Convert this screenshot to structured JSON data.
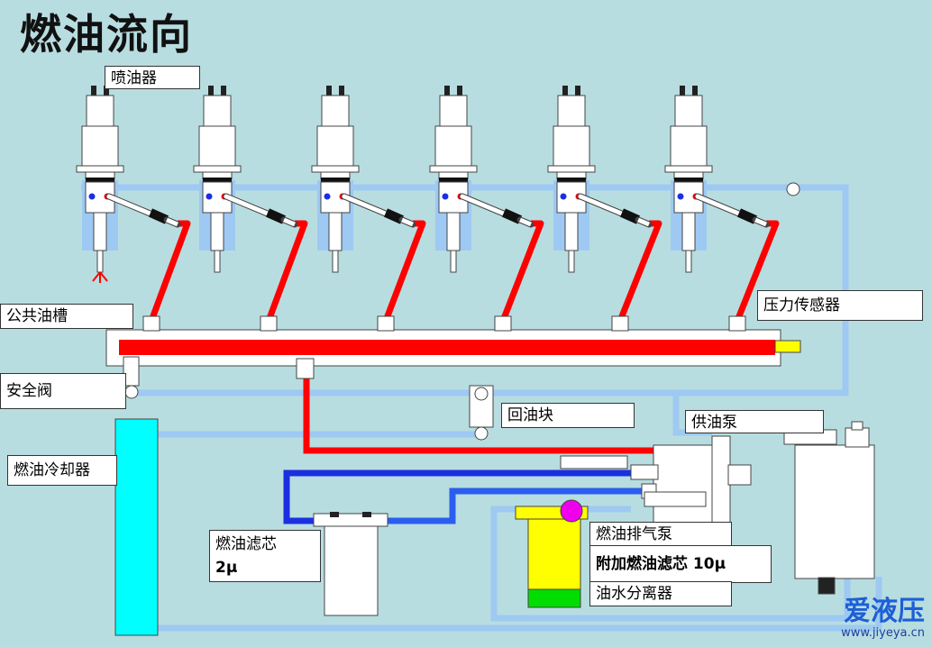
{
  "title": "燃油流向",
  "labels": {
    "injector": "喷油器",
    "common_rail": "公共油槽",
    "pressure_sensor": "压力传感器",
    "safety_valve": "安全阀",
    "return_block": "回油块",
    "supply_pump": "供油泵",
    "fuel_cooler": "燃油冷却器",
    "fuel_filter_line1": "燃油滤芯",
    "fuel_filter_line2": "2μ",
    "priming_pump": "燃油排气泵",
    "extra_filter": "附加燃油滤芯 10μ",
    "water_separator": "油水分离器"
  },
  "watermark": {
    "brand": "爱液压",
    "url": "www.jiyeya.cn"
  },
  "colors": {
    "background": "#b8dde0",
    "high_pressure": "#ff0000",
    "low_pressure_return": "#9ec9f2",
    "supply_line": "#1a2fe0",
    "cooler": "#00ffff",
    "extra_filter_body": "#ffff00",
    "water_separator_bowl": "#00dd00",
    "priming_bulb": "#ee00ee"
  }
}
